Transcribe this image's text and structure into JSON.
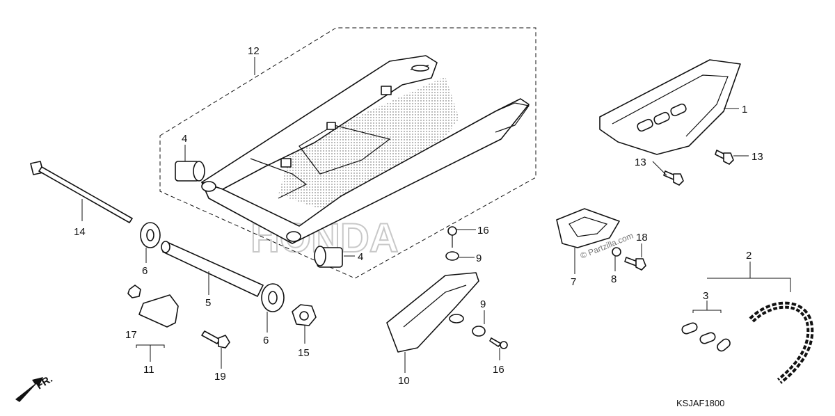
{
  "diagram": {
    "code": "KSJAF1800",
    "direction_label": "FR.",
    "watermark_small": "© Partzilla.com",
    "watermark_large": "HONDA",
    "callouts": {
      "c1": "1",
      "c2": "2",
      "c3": "3",
      "c4a": "4",
      "c4b": "4",
      "c5": "5",
      "c6a": "6",
      "c6b": "6",
      "c7": "7",
      "c8": "8",
      "c9a": "9",
      "c9b": "9",
      "c10": "10",
      "c11": "11",
      "c12": "12",
      "c13a": "13",
      "c13b": "13",
      "c14": "14",
      "c15": "15",
      "c16a": "16",
      "c16b": "16",
      "c17": "17",
      "c18": "18",
      "c19": "19"
    }
  }
}
